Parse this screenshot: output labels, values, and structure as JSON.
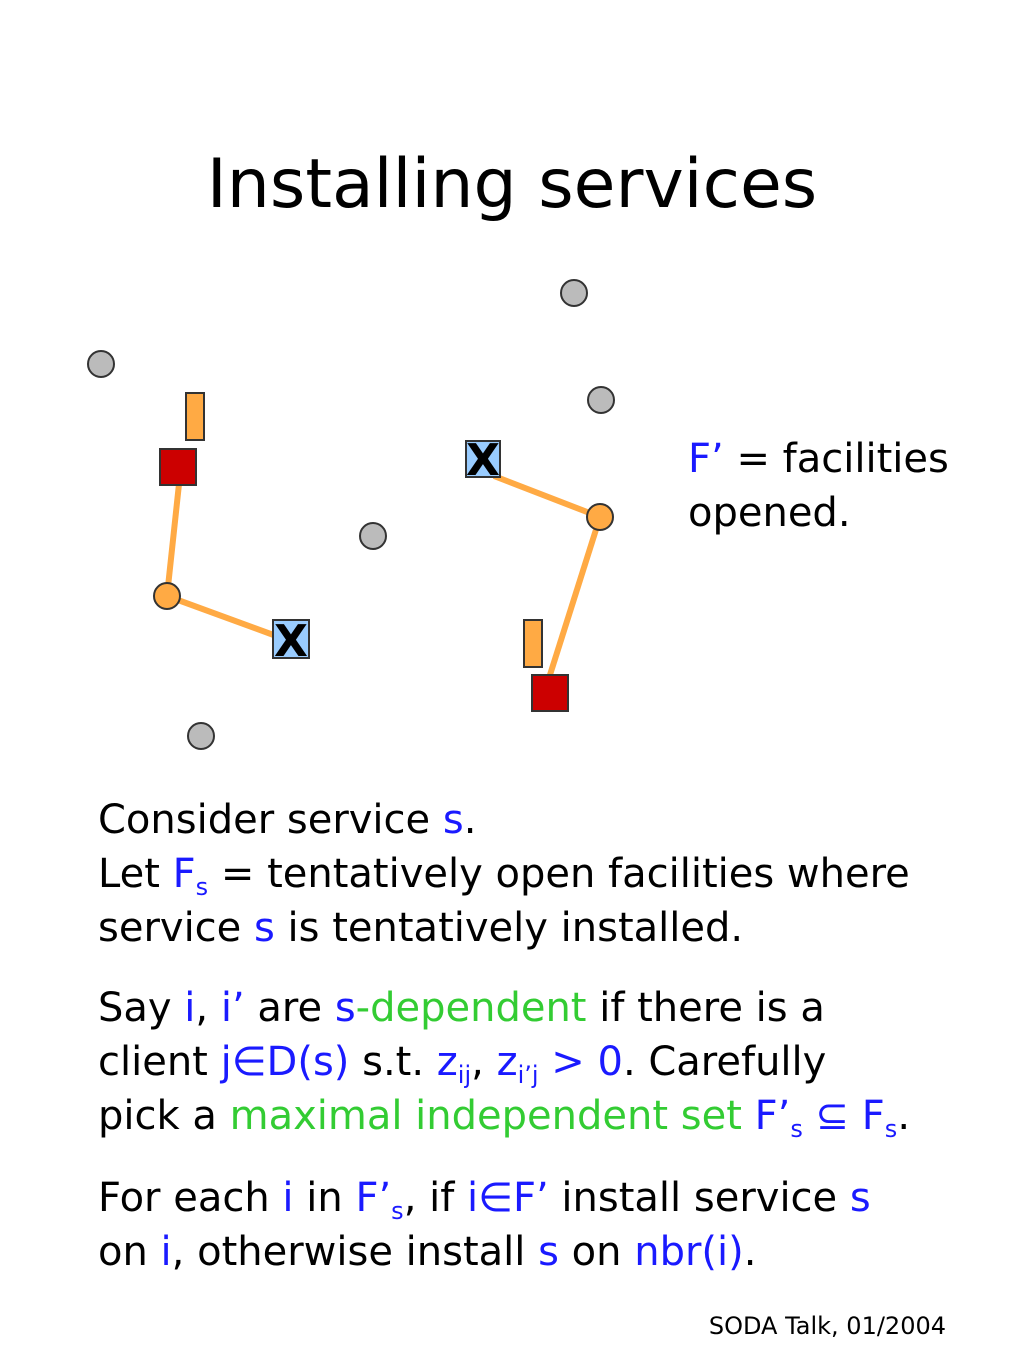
{
  "title": "Installing services",
  "legend": {
    "fprime": "F’",
    "eq_facilities": " = facilities",
    "opened": "opened."
  },
  "p1": {
    "consider": "Consider service ",
    "s": "s",
    "dot": ".",
    "let": "Let ",
    "F": "F",
    "sub_s": "s",
    "rest1": " = tentatively open facilities where",
    "service": "service ",
    "s2": "s",
    "rest2": " is tentatively installed."
  },
  "p2": {
    "say": "Say ",
    "i": "i",
    "comma": ", ",
    "iprime": "i’",
    "are": " are ",
    "s": "s",
    "dependent": "-dependent",
    "ifthere": " if there is a",
    "client": "client ",
    "jinD": "j∈D(s)",
    "st": " s.t. ",
    "z1": "z",
    "ij": "ij",
    "comma2": ", ",
    "z2": "z",
    "iprimej": "i’j",
    "gt0": " > 0",
    "carefully": ". Carefully",
    "pick": "pick a ",
    "mis": "maximal independent set",
    "sp": " ",
    "Fprime": "F’",
    "sub_s": "s",
    "subset": " ⊆ F",
    "sub_s2": "s",
    "end": "."
  },
  "p3": {
    "foreach": "For each ",
    "i": "i",
    "in": " in ",
    "Fprime": "F’",
    "sub_s": "s",
    "if": ", if ",
    "iinF": "i∈F’",
    "install": " install service ",
    "s": "s",
    "on": "on ",
    "i2": "i",
    "otherwise": ", otherwise install ",
    "s2": "s",
    "on2": " on ",
    "nbr": "nbr(i)",
    "end": "."
  },
  "diagram_labels": {
    "x_mark": "X"
  },
  "footer": "SODA Talk, 01/2004",
  "colors": {
    "highlight_blue": "#1a1aff",
    "highlight_green": "#33cc33",
    "facility_red": "#cc0000",
    "orange": "#ffaa44",
    "closed_blue": "#99ccff",
    "client_gray": "#bbbbbb"
  }
}
